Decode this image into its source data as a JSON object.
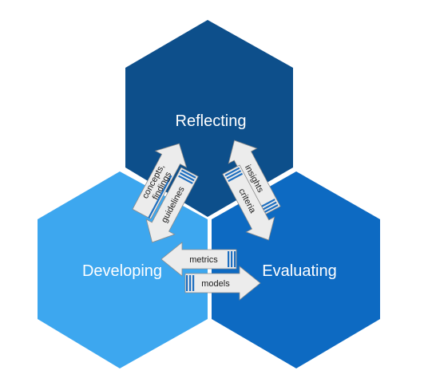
{
  "colors": {
    "reflecting_hex": "#0d4f8b",
    "developing_hex": "#3da7ef",
    "evaluating_hex": "#0d6ac2",
    "arrow_fill": "#ececec",
    "arrow_stripe": "#1e6fc0"
  },
  "hexagons": {
    "reflecting": {
      "label": "Reflecting"
    },
    "developing": {
      "label": "Developing"
    },
    "evaluating": {
      "label": "Evaluating"
    }
  },
  "arrows": {
    "concepts_findings": {
      "line1": "concepts,",
      "line2": "findings"
    },
    "guidelines": {
      "label": "guidelines"
    },
    "insights": {
      "label": "insights"
    },
    "criteria": {
      "label": "criteria"
    },
    "metrics": {
      "label": "metrics"
    },
    "models": {
      "label": "models"
    }
  }
}
